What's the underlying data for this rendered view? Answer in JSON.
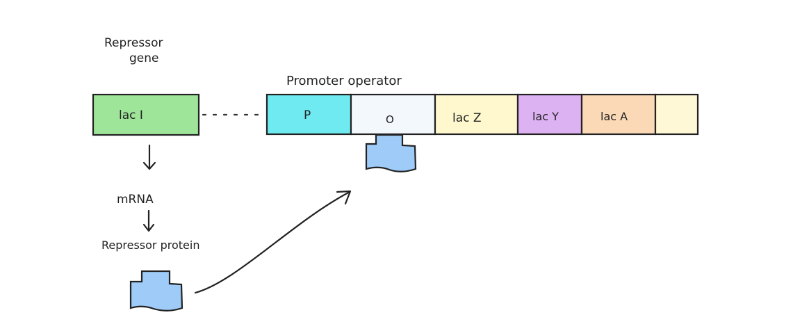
{
  "labels": {
    "repressor_gene_line1": "Repressor",
    "repressor_gene_line2": "gene",
    "promoter_operator": "Promoter operator",
    "mrna": "mRNA",
    "repressor_protein": "Repressor protein"
  },
  "genes": {
    "laci": "lac I",
    "p": "P",
    "o": "O",
    "lacz": "lac Z",
    "lacy": "lac Y",
    "laca": "lac A"
  },
  "colors": {
    "laci": "#9ee59a",
    "p": "#6feaf0",
    "o": "#f3f8fc",
    "lacz": "#fff8cf",
    "lacy": "#ddb2f3",
    "laca": "#fbd9b7",
    "end": "#fff8d6",
    "protein": "#9ecbf7"
  }
}
